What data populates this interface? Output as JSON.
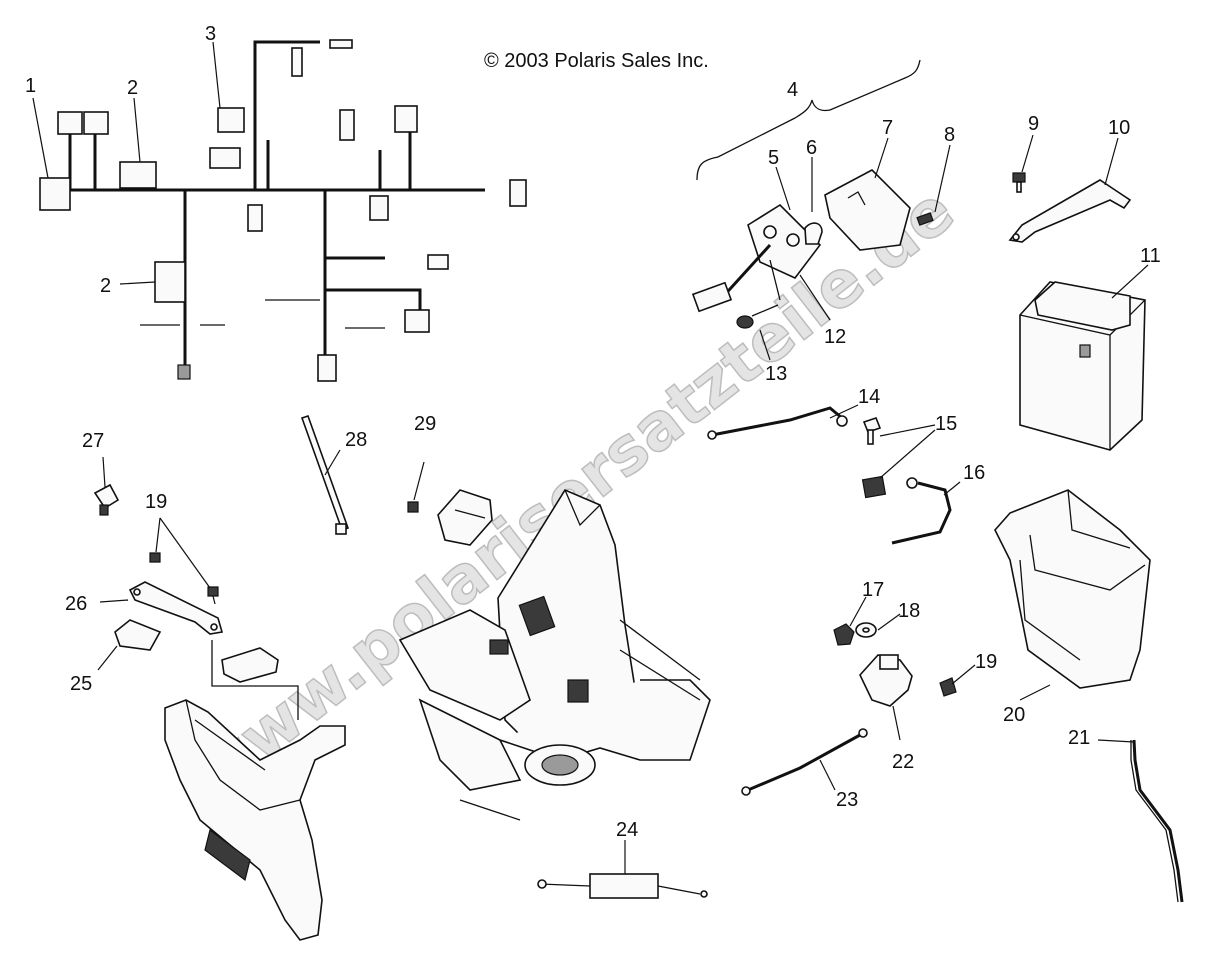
{
  "copyright": "© 2003 Polaris Sales Inc.",
  "watermark": "www.polarisersatzteile.de",
  "callouts": {
    "c1": "1",
    "c2a": "2",
    "c2b": "2",
    "c3": "3",
    "c4": "4",
    "c5": "5",
    "c6": "6",
    "c7": "7",
    "c8": "8",
    "c9": "9",
    "c10": "10",
    "c11": "11",
    "c12": "12",
    "c13": "13",
    "c14": "14",
    "c15": "15",
    "c16": "16",
    "c17": "17",
    "c18": "18",
    "c19a": "19",
    "c19b": "19",
    "c20": "20",
    "c21": "21",
    "c22": "22",
    "c23": "23",
    "c24": "24",
    "c25": "25",
    "c26": "26",
    "c27": "27",
    "c28": "28",
    "c29": "29"
  }
}
